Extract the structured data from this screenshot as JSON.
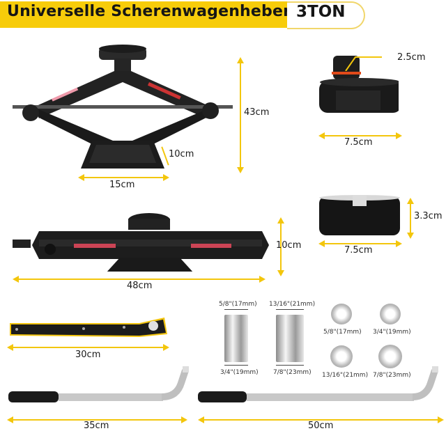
{
  "header": {
    "title": "Universelle Scherenwagenheber",
    "capacity_badge": "3TON",
    "accent_color": "#f7cc0a"
  },
  "products": {
    "scissor_jack_raised": {
      "height": "43cm",
      "base_depth": "10cm",
      "base_width": "15cm"
    },
    "jack_pad_round": {
      "pin_diameter": "2.5cm",
      "width": "7.5cm"
    },
    "jack_pad_slotted": {
      "height": "3.3cm",
      "width": "7.5cm"
    },
    "scissor_jack_folded": {
      "height": "10cm",
      "length": "48cm"
    },
    "ratchet_handle": {
      "length": "30cm"
    },
    "deep_sockets": [
      {
        "top": "5/8\"(17mm)",
        "bottom": "3/4\"(19mm)"
      },
      {
        "top": "13/16\"(21mm)",
        "bottom": "7/8\"(23mm)"
      }
    ],
    "socket_faces": [
      "5/8\"(17mm)",
      "3/4\"(19mm)",
      "13/16\"(21mm)",
      "7/8\"(23mm)"
    ],
    "lug_wrench_short": {
      "length": "35cm"
    },
    "lug_wrench_long": {
      "length": "50cm"
    }
  }
}
